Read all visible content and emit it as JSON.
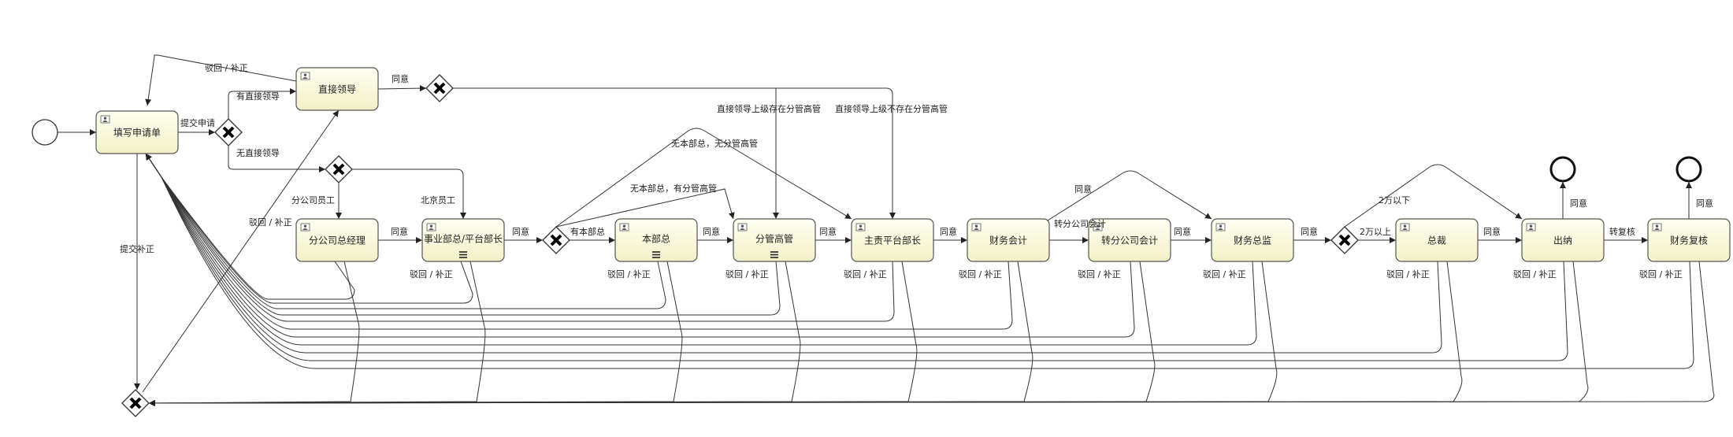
{
  "tasks": [
    {
      "id": "fill_form",
      "label": "填写申请单"
    },
    {
      "id": "direct_leader",
      "label": "直接领导"
    },
    {
      "id": "branch_gm",
      "label": "分公司总经理"
    },
    {
      "id": "biz_dept_head",
      "label": "事业部总/平台部长"
    },
    {
      "id": "dept_head",
      "label": "本部总"
    },
    {
      "id": "supervising_exec",
      "label": "分管高管"
    },
    {
      "id": "platform_head",
      "label": "主责平台部长"
    },
    {
      "id": "fin_accountant",
      "label": "财务会计"
    },
    {
      "id": "branch_accountant",
      "label": "转分公司会计"
    },
    {
      "id": "fin_director",
      "label": "财务总监"
    },
    {
      "id": "president",
      "label": "总裁"
    },
    {
      "id": "cashier",
      "label": "出纳"
    },
    {
      "id": "fin_review",
      "label": "财务复核"
    }
  ],
  "labels": {
    "submit": "提交申请",
    "has_leader": "有直接领导",
    "no_leader": "无直接领导",
    "reject_top": "驳回 / 补正",
    "agree": "同意",
    "branch_staff": "分公司员工",
    "beijing_staff": "北京员工",
    "has_dept_head": "有本部总",
    "no_head_has_exec": "无本部总，有分管高管",
    "no_head_no_exec": "无本部总，无分管高管",
    "leader_exec_exists": "直接领导上级存在分管高管",
    "leader_exec_absent": "直接领导上级不存在分管高管",
    "transfer_branch": "转分公司会计",
    "under_20k": "2万以下",
    "over_20k": "2万以上",
    "to_review": "转复核",
    "resubmit": "提交补正",
    "reject": "驳回 / 补正"
  }
}
